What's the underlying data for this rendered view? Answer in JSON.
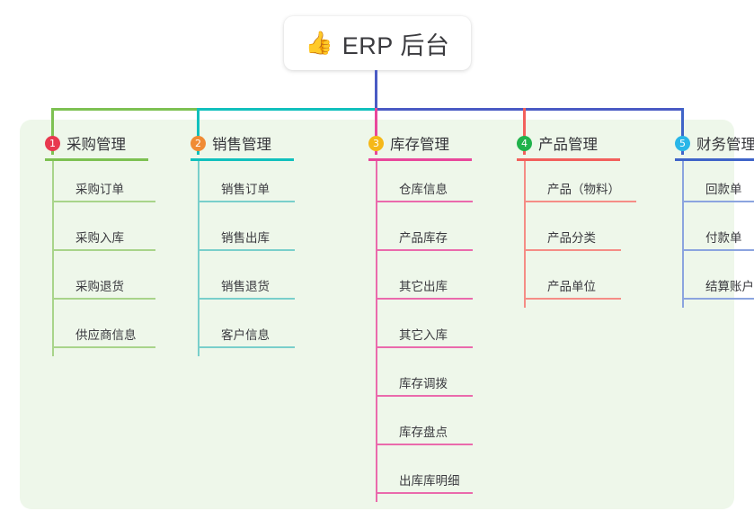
{
  "diagram": {
    "type": "mind-map",
    "title": "ERP 后台",
    "root": {
      "emoji": "👍",
      "emoji_name": "thumbs-up-emoji",
      "label": "ERP 后台"
    },
    "palette": {
      "panel_background": "#eef7ea",
      "page_background": "#ffffff",
      "root_stem": "#4a5bc4",
      "text": "#3a3a3f"
    },
    "branches": [
      {
        "index": "1",
        "label": "采购管理",
        "badge_color": "#e8394f",
        "line_color": "#7dc152",
        "leaf_rule_color": "#a8d48a",
        "items": [
          {
            "label": "采购订单"
          },
          {
            "label": "采购入库"
          },
          {
            "label": "采购退货"
          },
          {
            "label": "供应商信息"
          }
        ]
      },
      {
        "index": "2",
        "label": "销售管理",
        "badge_color": "#f08b34",
        "line_color": "#11c0bd",
        "leaf_rule_color": "#79cfcb",
        "items": [
          {
            "label": "销售订单"
          },
          {
            "label": "销售出库"
          },
          {
            "label": "销售退货"
          },
          {
            "label": "客户信息"
          }
        ]
      },
      {
        "index": "3",
        "label": "库存管理",
        "badge_color": "#f5b818",
        "line_color": "#e8479b",
        "leaf_rule_color": "#ea6aac",
        "items": [
          {
            "label": "仓库信息"
          },
          {
            "label": "产品库存"
          },
          {
            "label": "其它出库"
          },
          {
            "label": "其它入库"
          },
          {
            "label": "库存调拨"
          },
          {
            "label": "库存盘点"
          },
          {
            "label": "出库库明细"
          }
        ]
      },
      {
        "index": "4",
        "label": "产品管理",
        "badge_color": "#20b24b",
        "line_color": "#f2605c",
        "leaf_rule_color": "#f58d86",
        "items": [
          {
            "label": "产品（物料）"
          },
          {
            "label": "产品分类"
          },
          {
            "label": "产品单位"
          }
        ]
      },
      {
        "index": "5",
        "label": "财务管理",
        "badge_color": "#29b6e8",
        "line_color": "#3f64c8",
        "leaf_rule_color": "#8ba4df",
        "items": [
          {
            "label": "回款单"
          },
          {
            "label": "付款单"
          },
          {
            "label": "结算账户"
          }
        ]
      }
    ],
    "connectors": {
      "bus_segments": [
        {
          "from_branch": "1",
          "to_branch": "2",
          "color": "#7dc152"
        },
        {
          "from_branch": "2",
          "to_branch": "3",
          "color": "#11c0bd"
        },
        {
          "from_branch": "3",
          "to_branch": "5",
          "color": "#4a5bc4"
        }
      ]
    }
  }
}
